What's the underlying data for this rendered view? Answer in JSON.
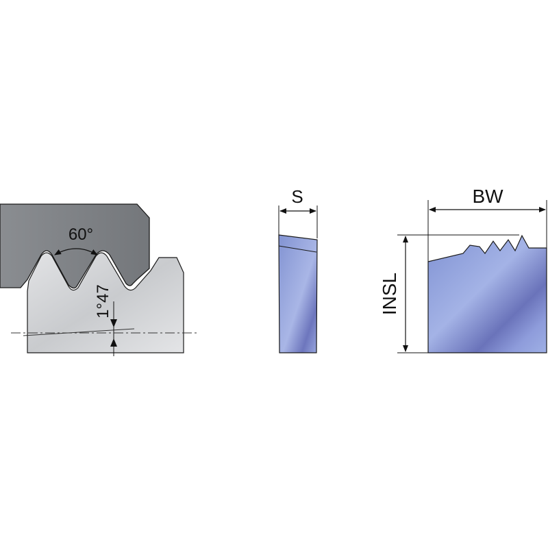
{
  "thread_view": {
    "angle_label": "60°",
    "flank_angle_label": "1°47"
  },
  "insert_side_view": {
    "thickness_label": "S"
  },
  "insert_front_view": {
    "width_label": "BW",
    "length_label": "INSL"
  },
  "colors": {
    "background": "#ffffff",
    "dark_part": "#7f8286",
    "light_part": "#d4d6d8",
    "insert_blue": "#8e9fd8",
    "insert_blue_dark": "#6a72b8",
    "outline": "#1a1a1a"
  }
}
